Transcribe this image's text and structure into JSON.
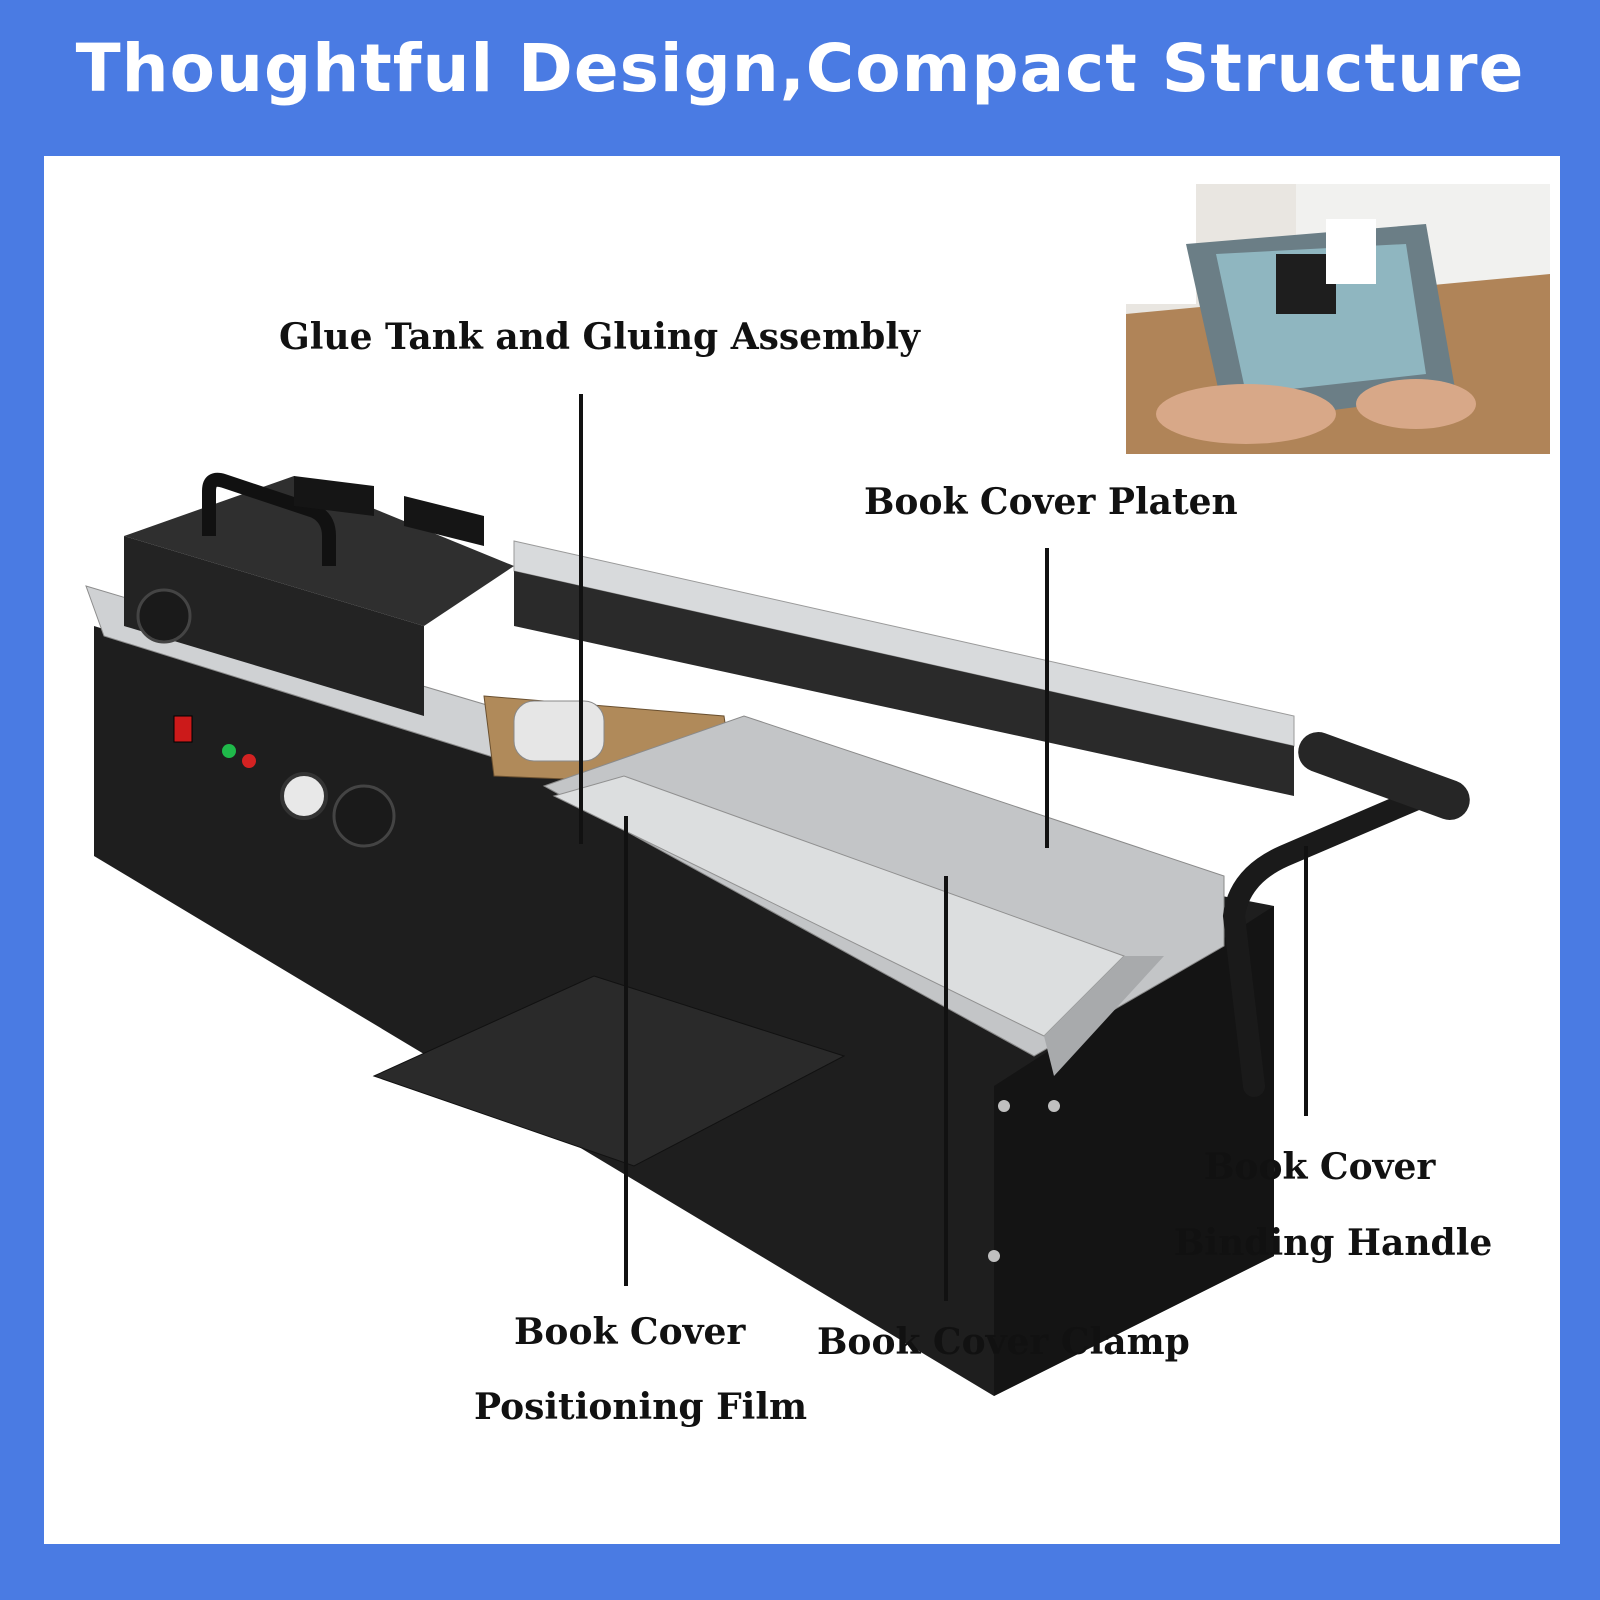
{
  "headline": "Thoughtful Design,Compact Structure",
  "colors": {
    "background": "#4a7be3",
    "panel": "#ffffff",
    "machine_body": "#1f1f1f",
    "aluminum": "#c9cbcd"
  },
  "callouts": {
    "glue_tank": "Glue Tank and Gluing Assembly",
    "cover_platen": "Book Cover Platen",
    "binding_handle_line1": "Book Cover",
    "binding_handle_line2": "Binding Handle",
    "positioning_film_line1": "Book Cover",
    "positioning_film_line2": "Positioning Film",
    "cover_clamp": "Book Cover Clamp"
  }
}
